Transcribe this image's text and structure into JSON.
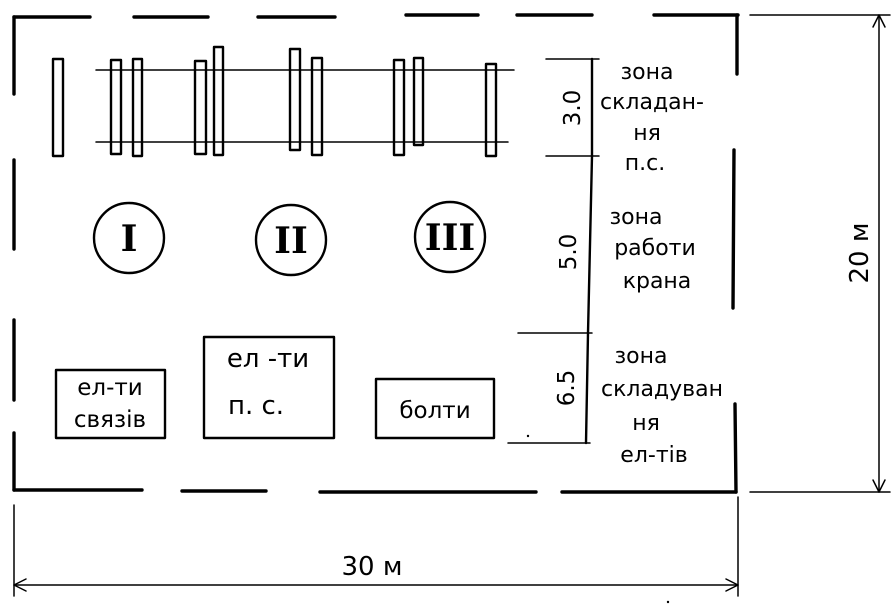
{
  "zones": {
    "assembly": [
      "зона",
      "складан-",
      "ня",
      "п.с."
    ],
    "crane": [
      "зона",
      "работи",
      "крана"
    ],
    "storage": [
      "зона",
      "складуван",
      "ня",
      "ел-тів"
    ]
  },
  "zone_widths": [
    "3.0",
    "5.0",
    "6.5"
  ],
  "positions": [
    "I",
    "II",
    "III"
  ],
  "boxes": {
    "links": [
      "ел-ти",
      "связів"
    ],
    "elements": [
      "ел -ти",
      "п. с."
    ],
    "bolts": "болти"
  },
  "dimensions": {
    "width": "30 м",
    "height": "20 м"
  }
}
